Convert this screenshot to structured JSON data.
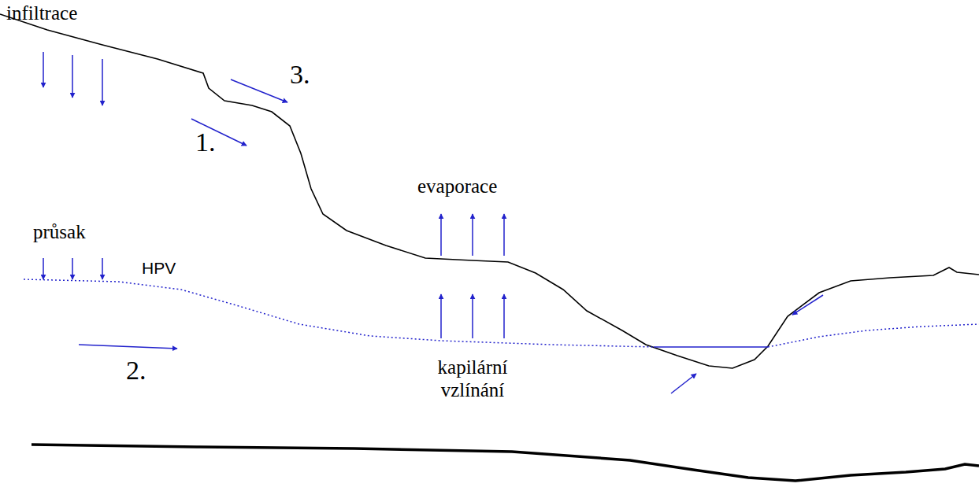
{
  "diagram": {
    "labels": [
      "infiltrace",
      "3.",
      "1.",
      "průsak",
      "HPV",
      "evaporace",
      "2.",
      "kapilární vzlínání"
    ]
  }
}
